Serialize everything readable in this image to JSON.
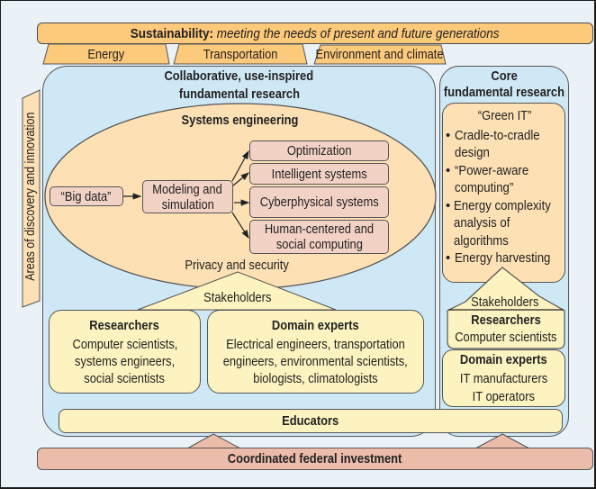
{
  "top_banner": {
    "label_bold": "Sustainability:",
    "label_italic": "meeting the needs of present and future generations"
  },
  "domains": [
    {
      "label": "Energy"
    },
    {
      "label": "Transportation"
    },
    {
      "label": "Environment and climate"
    }
  ],
  "side_label": "Areas of discovery and innovation",
  "collaborative": {
    "title_line1": "Collaborative, use-inspired",
    "title_line2": "fundamental research",
    "systems_engineering": {
      "title": "Systems engineering",
      "source": "“Big data”",
      "hub_line1": "Modeling and",
      "hub_line2": "simulation",
      "targets": [
        {
          "line1": "Optimization",
          "line2": ""
        },
        {
          "line1": "Intelligent systems",
          "line2": ""
        },
        {
          "line1": "Cyberphysical systems",
          "line2": ""
        },
        {
          "line1": "Human-centered and",
          "line2": "social computing"
        }
      ],
      "footer": "Privacy and security"
    },
    "stakeholders_label": "Stakeholders",
    "researchers": {
      "title": "Researchers",
      "lines": [
        "Computer scientists,",
        "systems engineers,",
        "social scientists"
      ]
    },
    "domain_experts": {
      "title": "Domain experts",
      "lines": [
        "Electrical engineers, transportation",
        "engineers, environmental scientists,",
        "biologists, climatologists"
      ]
    }
  },
  "core": {
    "title_line1": "Core",
    "title_line2": "fundamental research",
    "green_it": {
      "title": "“Green IT”",
      "bullets": [
        {
          "line1": "Cradle-to-cradle",
          "line2": "design",
          "line3": ""
        },
        {
          "line1": "“Power-aware",
          "line2": "computing”",
          "line3": ""
        },
        {
          "line1": "Energy complexity",
          "line2": "analysis of",
          "line3": "algorithms"
        },
        {
          "line1": "Energy harvesting",
          "line2": "",
          "line3": ""
        }
      ],
      "bullet_char": "•"
    },
    "stakeholders_label": "Stakeholders",
    "researchers": {
      "title": "Researchers",
      "lines": [
        "Computer scientists"
      ]
    },
    "domain_experts": {
      "title": "Domain experts",
      "lines": [
        "IT manufacturers",
        "IT operators"
      ]
    }
  },
  "educators": "Educators",
  "investment": "Coordinated federal investment",
  "colors": {
    "orange": "#fdc97a",
    "blue": "#cfe8f5",
    "peach": "#fde0b4",
    "pink": "#f3d2c6",
    "yellow": "#fdf3c0",
    "salmon": "#ecbcaa",
    "background": "#eaf2f7"
  }
}
